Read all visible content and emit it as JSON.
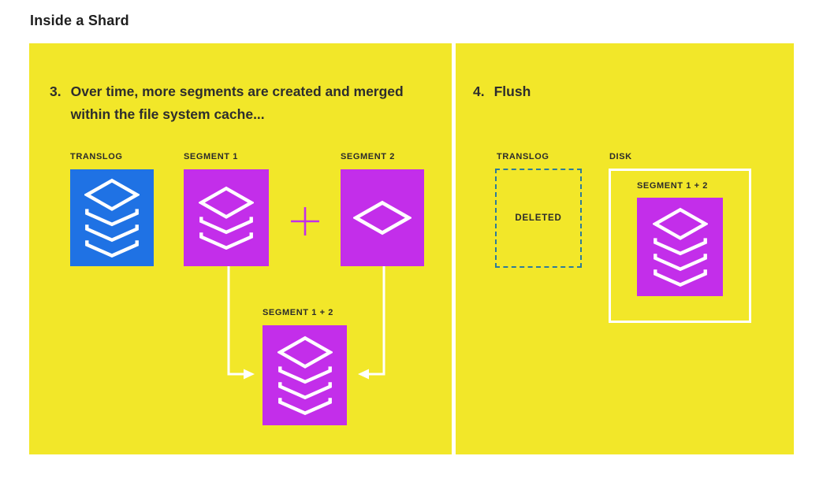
{
  "title": "Inside a Shard",
  "colors": {
    "background": "#ffffff",
    "panel": "#f2e729",
    "translog_blue": "#1f72e4",
    "segment_magenta": "#c32eea",
    "deleted_dash": "#2e7c99",
    "icon_white": "#ffffff",
    "text": "#2b2b2b"
  },
  "panel_merge": {
    "step_number": "3.",
    "step_text": "Over time, more segments are created and merged within the file system cache...",
    "plus": "+",
    "translog": {
      "label": "TRANSLOG",
      "layers": 4
    },
    "segment1": {
      "label": "SEGMENT 1",
      "layers": 3
    },
    "segment2": {
      "label": "SEGMENT 2",
      "layers": 1
    },
    "merged": {
      "label": "SEGMENT 1 + 2",
      "layers": 4
    }
  },
  "panel_flush": {
    "step_number": "4.",
    "step_text": "Flush",
    "translog": {
      "label": "TRANSLOG",
      "status": "DELETED"
    },
    "disk": {
      "label": "DISK",
      "merged": {
        "label": "SEGMENT 1 + 2",
        "layers": 4
      }
    }
  }
}
